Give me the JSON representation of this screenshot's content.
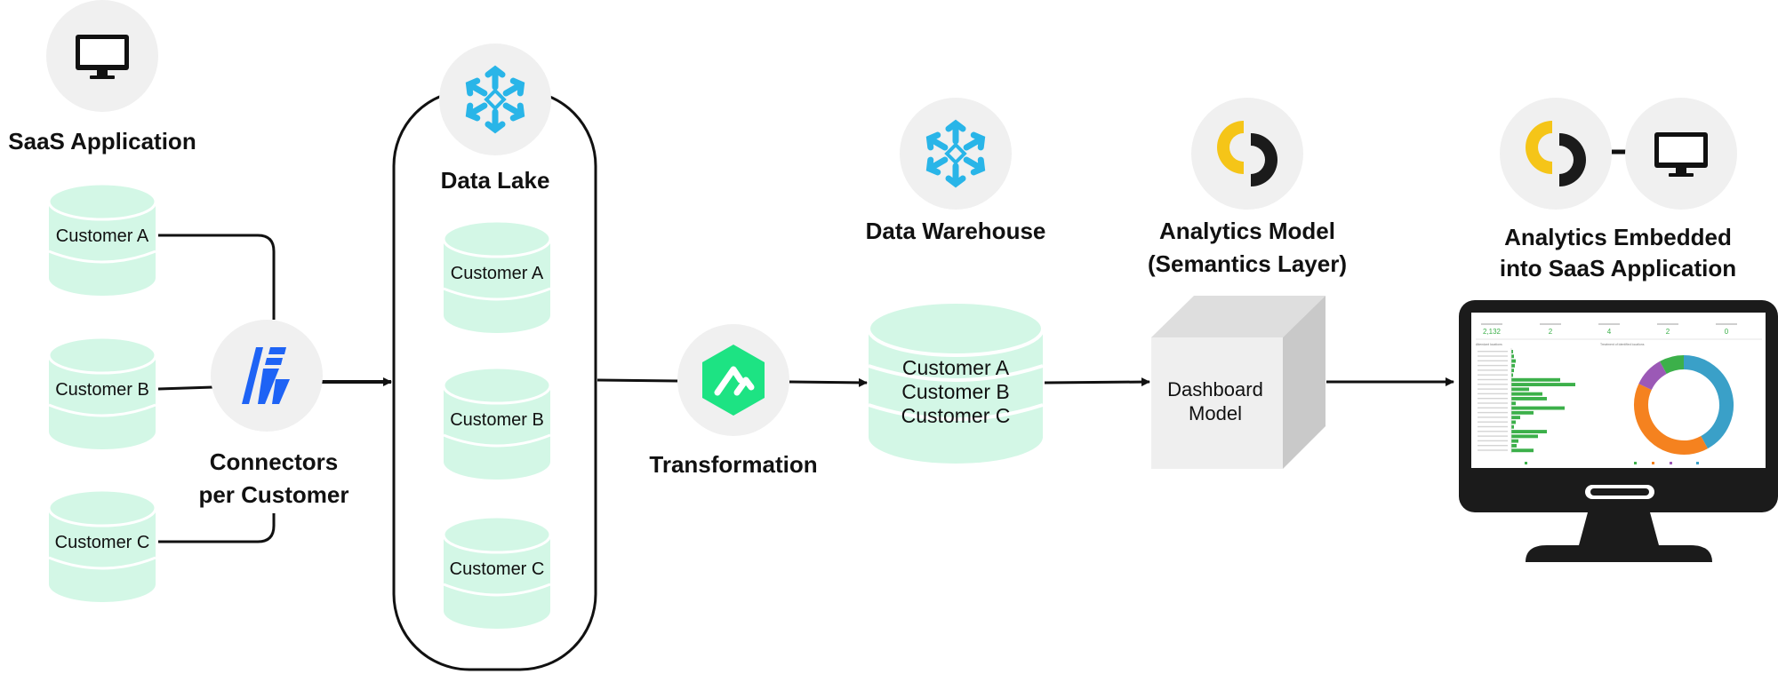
{
  "saas_app": {
    "title": "SaaS Application"
  },
  "sources": [
    "Customer A",
    "Customer B",
    "Customer C"
  ],
  "connectors": {
    "line1": "Connectors",
    "line2": "per Customer"
  },
  "data_lake": {
    "title": "Data Lake",
    "items": [
      "Customer A",
      "Customer B",
      "Customer C"
    ]
  },
  "transformation": {
    "title": "Transformation"
  },
  "warehouse": {
    "title": "Data Warehouse",
    "items": [
      "Customer A",
      "Customer B",
      "Customer C"
    ]
  },
  "analytics_model": {
    "line1": "Analytics Model",
    "line2": "(Semantics Layer)",
    "cube_line1": "Dashboard",
    "cube_line2": "Model"
  },
  "embedded": {
    "line1": "Analytics Embedded",
    "line2": "into SaaS Application"
  },
  "dashboard": {
    "kpis": [
      "2,132",
      "2",
      "4",
      "2",
      "0"
    ],
    "bars": [
      0.02,
      0.03,
      0.05,
      0.04,
      0.03,
      0.02,
      0.55,
      0.72,
      0.2,
      0.35,
      0.4,
      0.05,
      0.6,
      0.25,
      0.1,
      0.05,
      0.03,
      0.4,
      0.3,
      0.08,
      0.06,
      0.25
    ],
    "donut": [
      {
        "value": 0.42,
        "color": "#3aa0c8"
      },
      {
        "value": 0.4,
        "color": "#f5821f"
      },
      {
        "value": 0.1,
        "color": "#9b59b6"
      },
      {
        "value": 0.08,
        "color": "#3cb04a"
      }
    ]
  },
  "colors": {
    "cylinder": "#d3f7e6",
    "circle_bg": "#f0f0f0",
    "snowflake": "#29b5e8",
    "fivetran": "#1e63f5",
    "dbt_green": "#1de383",
    "sigma_yellow": "#f5c518",
    "dark": "#1b1b1b"
  }
}
